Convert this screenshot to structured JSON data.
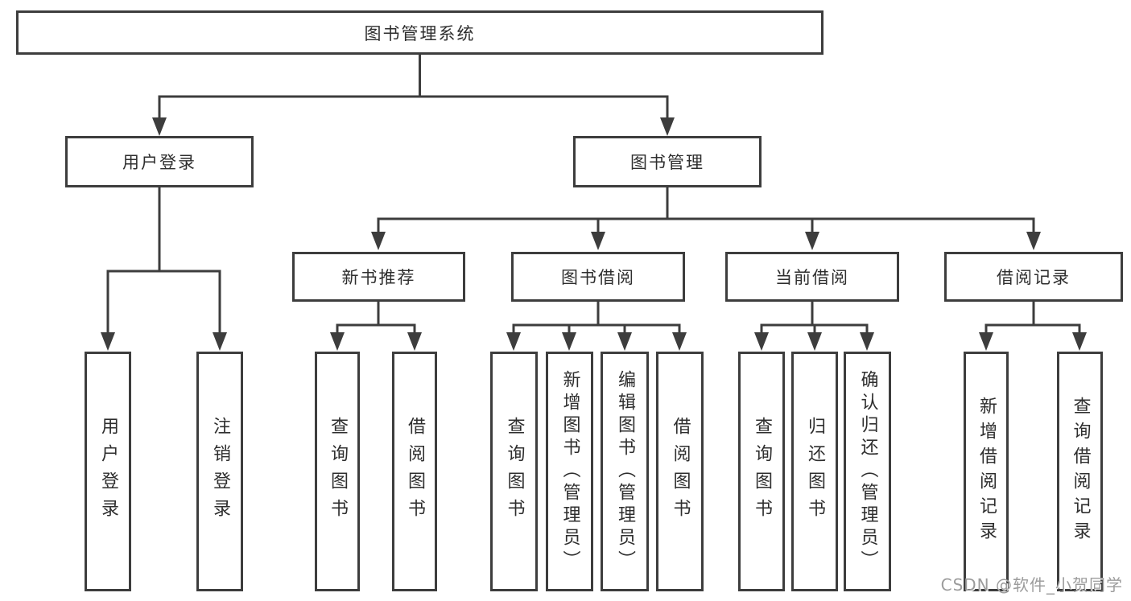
{
  "tree": {
    "root": {
      "label": "图书管理系统"
    },
    "children": [
      {
        "label": "用户登录",
        "children": [
          {
            "label": "用户登录"
          },
          {
            "label": "注销登录"
          }
        ]
      },
      {
        "label": "图书管理",
        "children": [
          {
            "label": "新书推荐",
            "children": [
              {
                "label": "查询图书"
              },
              {
                "label": "借阅图书"
              }
            ]
          },
          {
            "label": "图书借阅",
            "children": [
              {
                "label": "查询图书"
              },
              {
                "label": "新增图书（管理员）"
              },
              {
                "label": "编辑图书（管理员）"
              },
              {
                "label": "借阅图书"
              }
            ]
          },
          {
            "label": "当前借阅",
            "children": [
              {
                "label": "查询图书"
              },
              {
                "label": "归还图书"
              },
              {
                "label": "确认归还（管理员）"
              }
            ]
          },
          {
            "label": "借阅记录",
            "children": [
              {
                "label": "新增借阅记录"
              },
              {
                "label": "查询借阅记录"
              }
            ]
          }
        ]
      }
    ]
  },
  "watermark": {
    "text": "CSDN @软件_小贺同学"
  },
  "colors": {
    "line": "#3d3d3d",
    "text": "#2e2e2e",
    "background": "#ffffff",
    "watermark": "#9c9c9c"
  }
}
